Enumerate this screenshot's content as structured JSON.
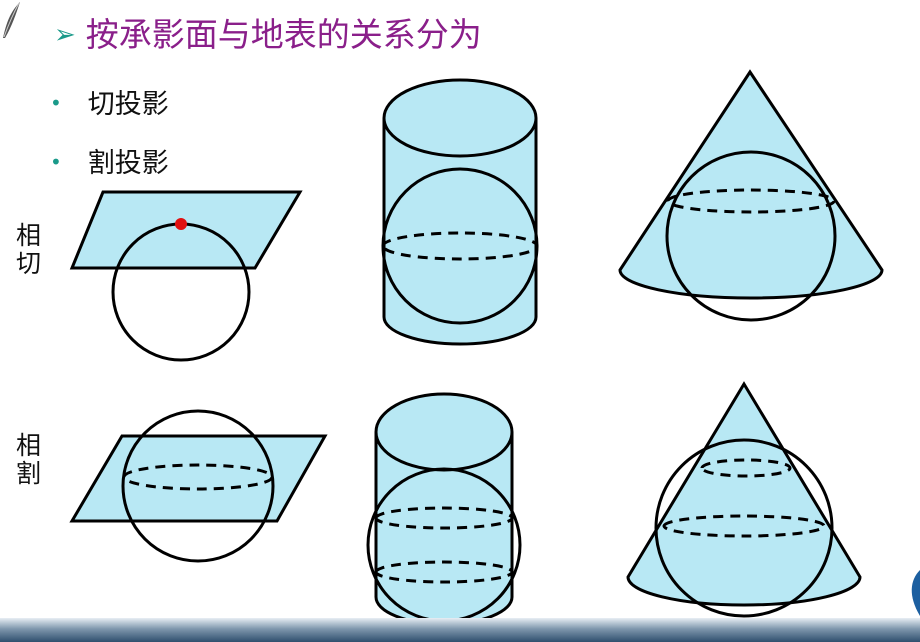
{
  "slide": {
    "title": "按承影面与地表的关系分为",
    "bullets": [
      "切投影",
      "割投影"
    ],
    "row_labels": {
      "tangent": "相\n切",
      "secant": "相\n割"
    }
  },
  "colors": {
    "title": "#8a1f8a",
    "bullet_marker": "#1a9a8a",
    "surface_fill": "#b8e8f4",
    "outline": "#000000",
    "tangent_point": "#e01010"
  },
  "icons": [
    "feather-icon",
    "arrow-bullet-icon"
  ]
}
